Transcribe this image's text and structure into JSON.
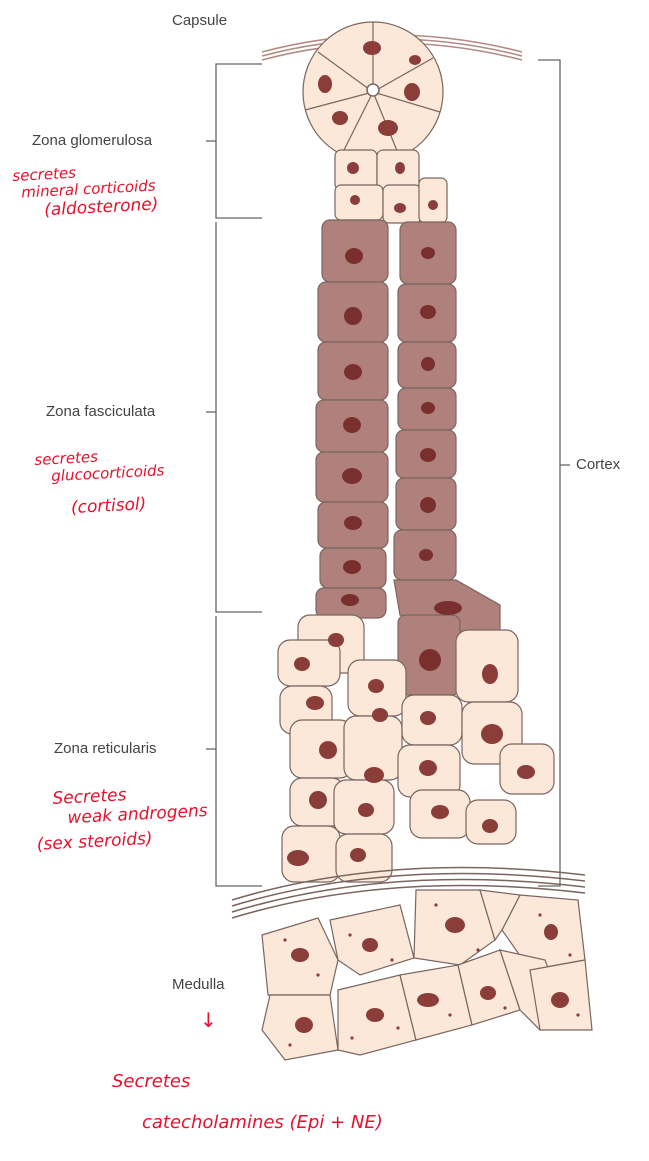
{
  "labels": {
    "capsule": "Capsule",
    "zona_glomerulosa": "Zona glomerulosa",
    "zona_fasciculata": "Zona fasciculata",
    "zona_reticularis": "Zona reticularis",
    "medulla": "Medulla",
    "cortex": "Cortex"
  },
  "annotations": {
    "glomerulosa": [
      "secretes",
      "mineral corticoids",
      "(aldosterone)"
    ],
    "fasciculata": [
      "secretes",
      "glucocorticoids",
      "(cortisol)"
    ],
    "reticularis": [
      "Secretes",
      "weak androgens",
      "(sex steroids)"
    ],
    "medulla": [
      "Secretes",
      "catecholamines (Epi + NE)"
    ],
    "medulla_arrow": "↓"
  },
  "colors": {
    "annotation": "#e8112d",
    "label": "#444444",
    "light_cell": "#fbe8d8",
    "dark_cell": "#b0807c",
    "nucleus": "#8b3d3a"
  }
}
